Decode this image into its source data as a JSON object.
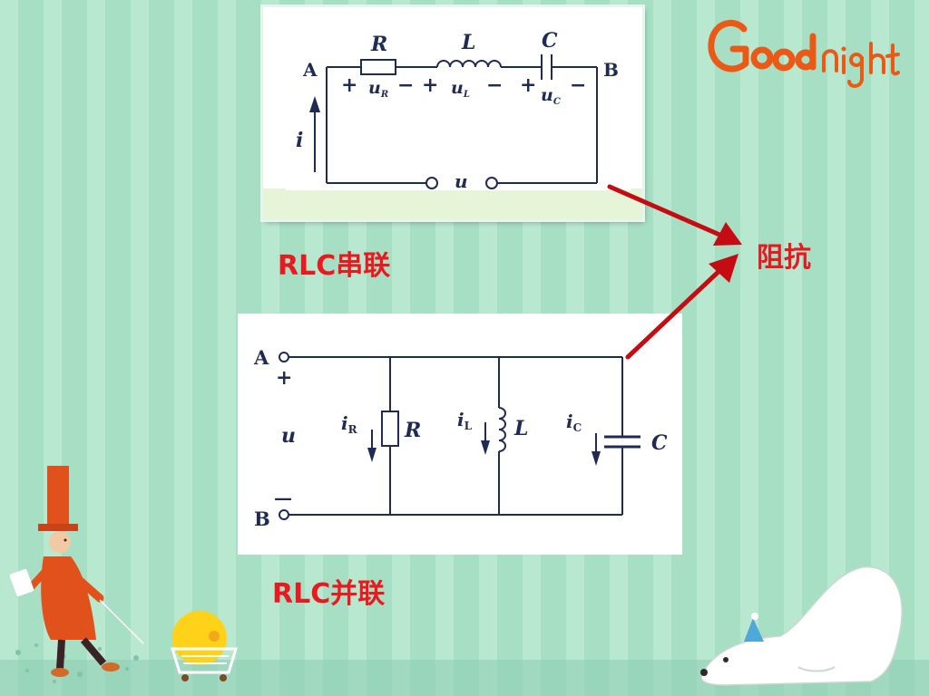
{
  "series_circuit": {
    "node_a": "A",
    "node_b": "B",
    "resistor": "R",
    "inductor": "L",
    "capacitor": "C",
    "plus": "+",
    "minus": "−",
    "u": "u",
    "sub_r": "R",
    "sub_l": "L",
    "sub_c": "C",
    "current": "i",
    "source": "u"
  },
  "parallel_circuit": {
    "node_a": "A",
    "node_b": "B",
    "plus": "+",
    "minus": "—",
    "voltage": "u",
    "i": "i",
    "sub_r": "R",
    "sub_l": "L",
    "sub_c": "C",
    "resistor": "R",
    "inductor": "L",
    "capacitor": "C"
  },
  "captions": {
    "series": "RLC串联",
    "parallel": "RLC并联",
    "impedance": "阻抗"
  },
  "logo_text": "Good night",
  "colors": {
    "background": "#a6dfc4",
    "stripe": "#b9e8d1",
    "caption_red": "#e8191f",
    "arrow_red": "#c40c12",
    "logo_orange": "#ea5a16",
    "circuit_ink": "#1f2b55"
  }
}
